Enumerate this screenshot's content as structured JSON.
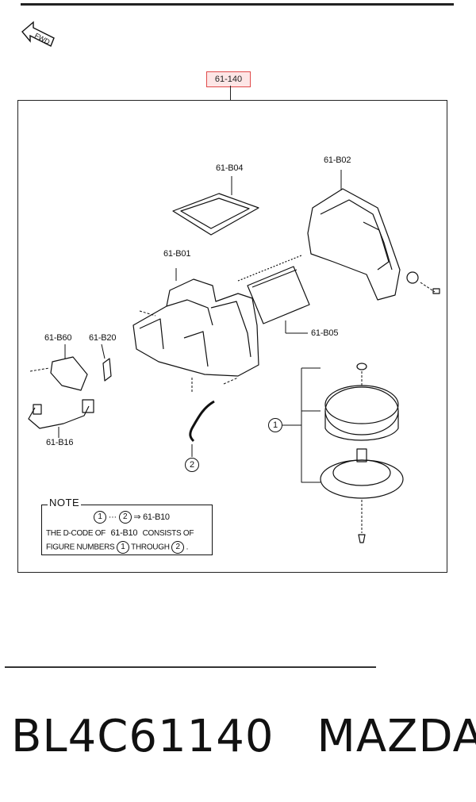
{
  "diagram": {
    "assembly_ref": "61-140",
    "parts": {
      "b04": "61-B04",
      "b02": "61-B02",
      "b01": "61-B01",
      "b05": "61-B05",
      "b60": "61-B60",
      "b20": "61-B20",
      "b16": "61-B16"
    },
    "figure_numbers": [
      "1",
      "2"
    ],
    "fwd_icon": "fwd-arrow-icon",
    "highlight_color": "#e04a4a"
  },
  "note": {
    "title": "NOTE",
    "range_start": "1",
    "range_dots": "···",
    "range_end": "2",
    "arrow": "⇒",
    "range_target": "61-B10",
    "line2_a": "THE D-CODE OF",
    "line2_code": "61-B10",
    "line2_b": "CONSISTS OF",
    "line3_a": "FIGURE NUMBERS",
    "line3_n1": "1",
    "line3_b": "THROUGH",
    "line3_n2": "2",
    "line3_end": "."
  },
  "caption": {
    "part_number": "BL4C61140",
    "brand": "MAZDA"
  }
}
